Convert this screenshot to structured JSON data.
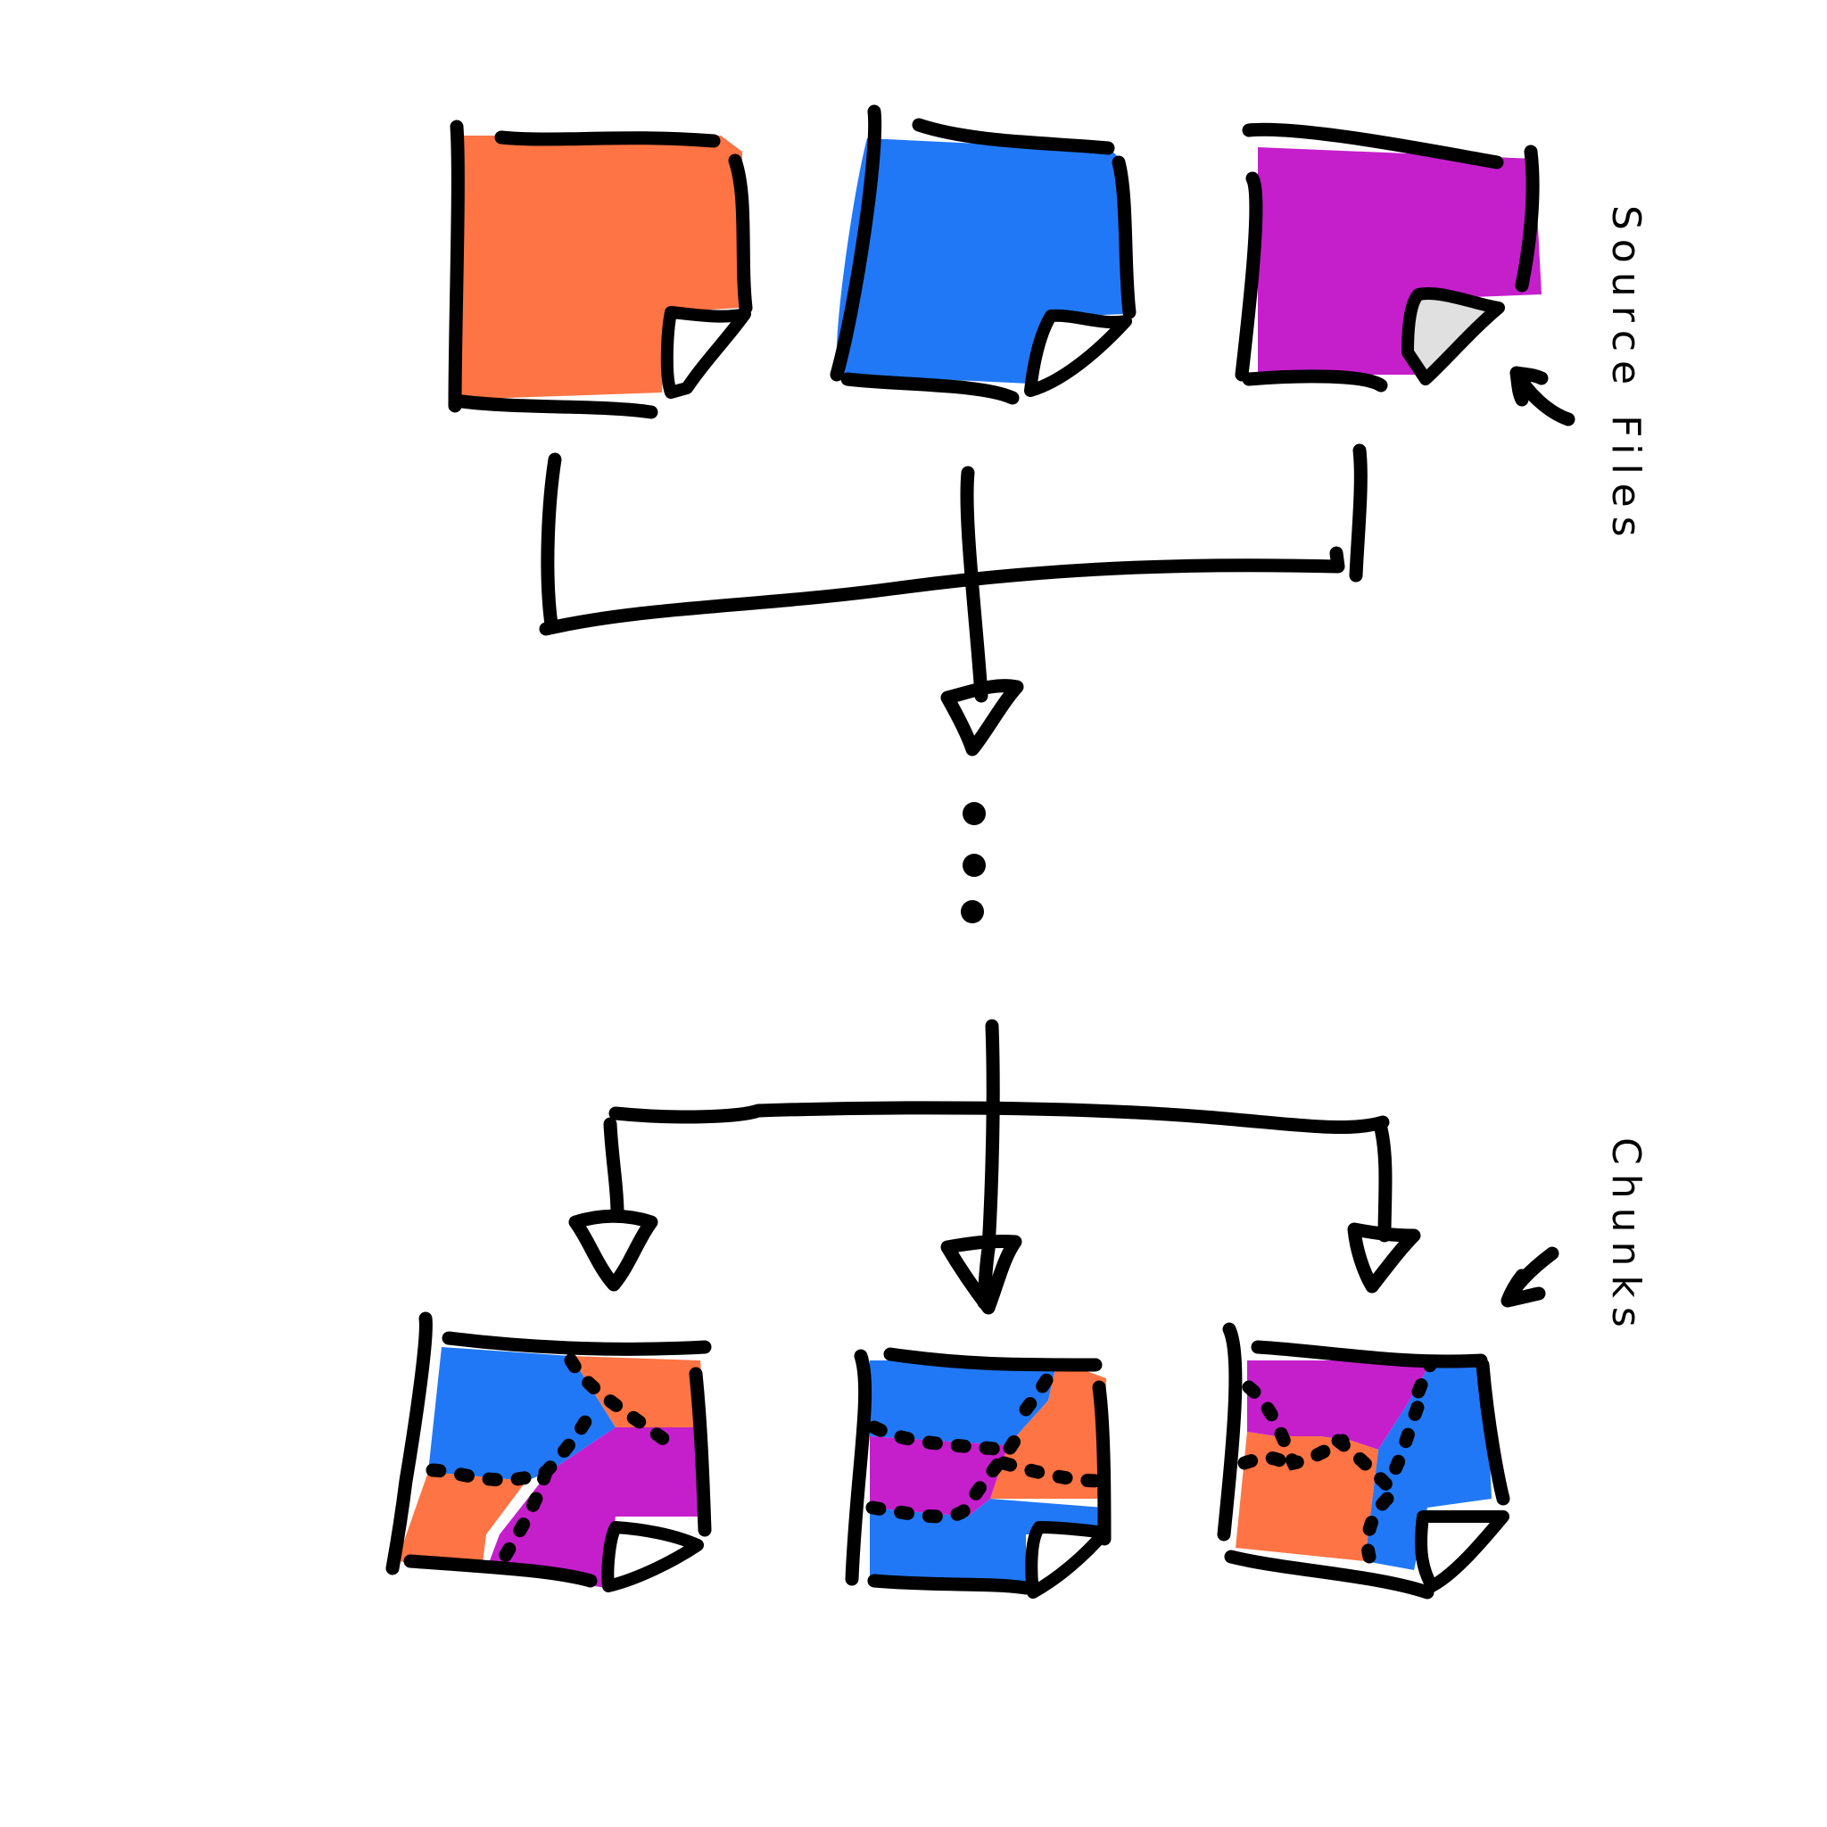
{
  "colors": {
    "orange": "#ff7444",
    "blue": "#2178f6",
    "purple": "#c51fcc",
    "curl_fill": "#ffffff",
    "curl_fill_alt": "#e0e0e0",
    "ink": "#000000"
  },
  "labels": {
    "source_files": "Source Files",
    "chunks": "Chunks"
  },
  "source_files": [
    {
      "color": "orange"
    },
    {
      "color": "blue"
    },
    {
      "color": "purple"
    }
  ],
  "chunks": [
    {
      "colors": [
        "blue",
        "orange",
        "purple"
      ]
    },
    {
      "colors": [
        "blue",
        "orange",
        "purple"
      ]
    },
    {
      "colors": [
        "purple",
        "blue",
        "orange"
      ]
    }
  ],
  "icons": {
    "arrow": "down-arrow-icon",
    "ellipsis": "vertical-ellipsis-icon",
    "document": "document-icon"
  }
}
